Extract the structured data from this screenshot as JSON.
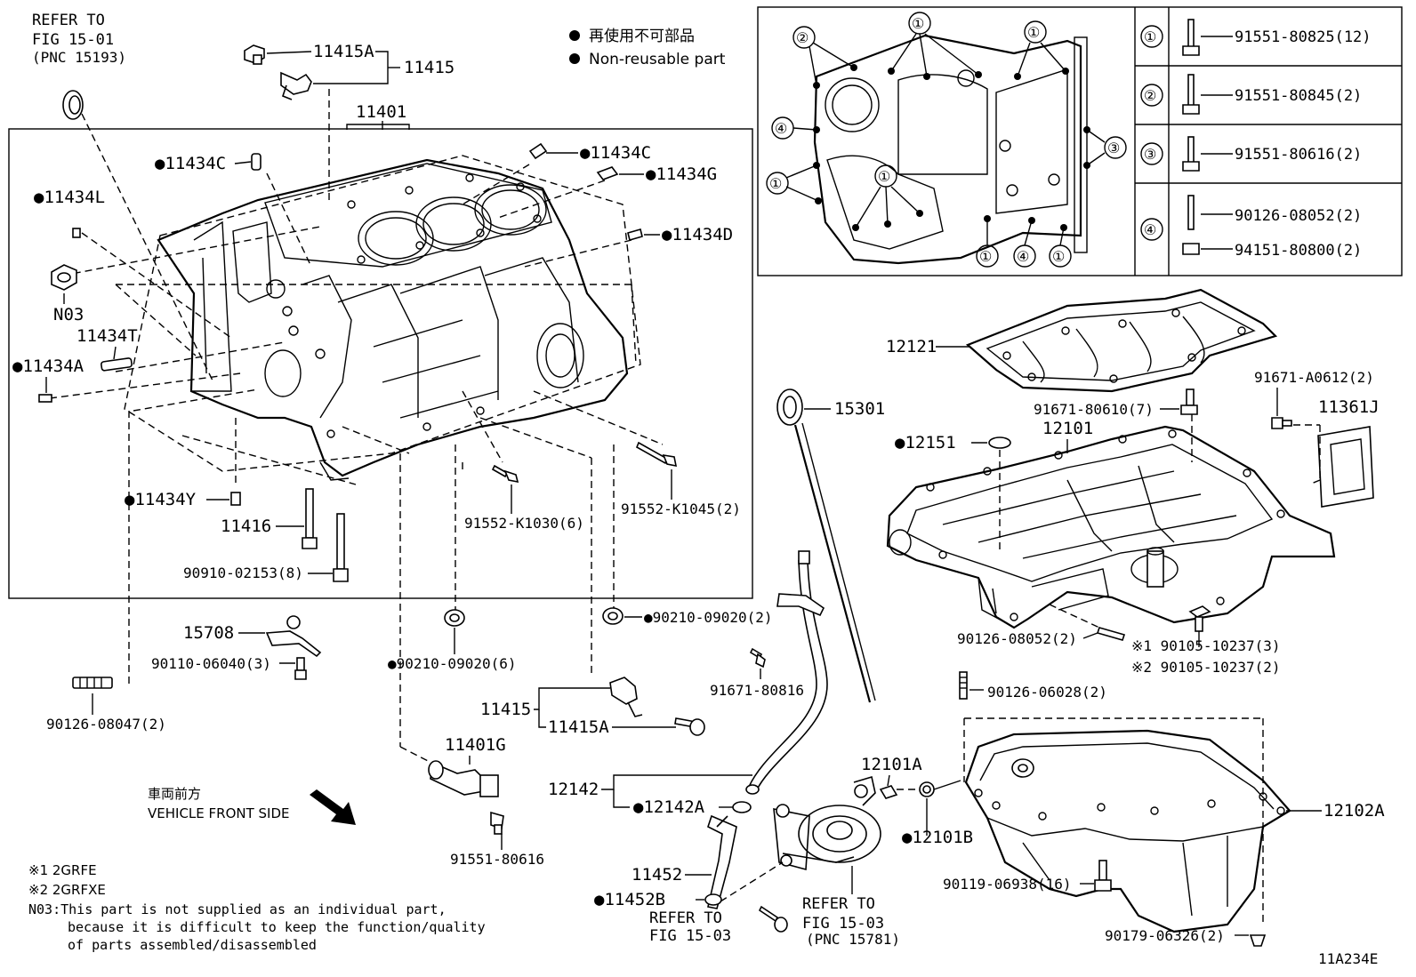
{
  "refer_top_left": {
    "l1": "REFER TO",
    "l2": "FIG 15-01",
    "l3": "(PNC 15193)"
  },
  "legend": {
    "marker": "●",
    "jp": "再使用不可部品",
    "en": "Non-reusable part"
  },
  "labels": {
    "p11415A_top": "11415A",
    "p11415_top": "11415",
    "p11401": "11401",
    "p11434C_left": "●11434C",
    "p11434C_right": "●11434C",
    "p11434G": "●11434G",
    "p11434L": "●11434L",
    "p11434D": "●11434D",
    "pN03": "N03",
    "p11434T": "11434T",
    "p11434A": "●11434A",
    "p11434Y": "●11434Y",
    "p11416": "11416",
    "p90910": "90910-02153(8)",
    "p91552_K1030": "91552-K1030(6)",
    "p91552_K1045": "91552-K1045(2)",
    "p15708": "15708",
    "p90110": "90110-06040(3)",
    "p90126_08047": "90126-08047(2)",
    "p90210_left": "●90210-09020(6)",
    "p90210_right": "●90210-09020(2)",
    "p11415_mid": "11415",
    "p11415A_mid": "11415A",
    "p91671_80816": "91671-80816",
    "p11401G": "11401G",
    "p91551_80616": "91551-80616",
    "p12142": "12142",
    "p12142A": "●12142A",
    "p12101A": "12101A",
    "p12101B": "●12101B",
    "p11452": "11452",
    "p11452B": "●11452B",
    "p12121": "12121",
    "p91671_80610": "91671-80610(7)",
    "p91671_A0612": "91671-A0612(2)",
    "p11361J": "11361J",
    "p15301": "15301",
    "p12151": "●12151",
    "p12101": "12101",
    "p90126_08052": "90126-08052(2)",
    "p90105_1": "※1 90105-10237(3)",
    "p90105_2": "※2 90105-10237(2)",
    "p90126_06028": "90126-06028(2)",
    "p12102A": "12102A",
    "p90119": "90119-06938(16)",
    "p90179": "90179-06326(2)"
  },
  "refer_bottom_mid": {
    "l1": "REFER TO",
    "l2": "FIG 15-03"
  },
  "refer_bottom_right": {
    "l1": "REFER TO",
    "l2": "FIG 15-03",
    "l3": "(PNC 15781)"
  },
  "vehicle_front": {
    "jp": "車両前方",
    "en": "VEHICLE FRONT SIDE"
  },
  "notes": {
    "n1": "※1 2GRFE",
    "n2": "※2 2GRFXE",
    "n3a": "N03:This part is not supplied as an individual part,",
    "n3b": "because it is difficult to keep the function/quality",
    "n3c": "of parts assembled/disassembled"
  },
  "figure_code": "11A234E",
  "bolt_table": [
    {
      "key": "①",
      "parts": [
        "91551-80825(12)"
      ]
    },
    {
      "key": "②",
      "parts": [
        "91551-80845(2)"
      ]
    },
    {
      "key": "③",
      "parts": [
        "91551-80616(2)"
      ]
    },
    {
      "key": "④",
      "parts": [
        "90126-08052(2)",
        "94151-80800(2)"
      ]
    }
  ],
  "inset_markers": [
    "②",
    "①",
    "①",
    "④",
    "①",
    "①",
    "③",
    "①",
    "④",
    "①"
  ]
}
